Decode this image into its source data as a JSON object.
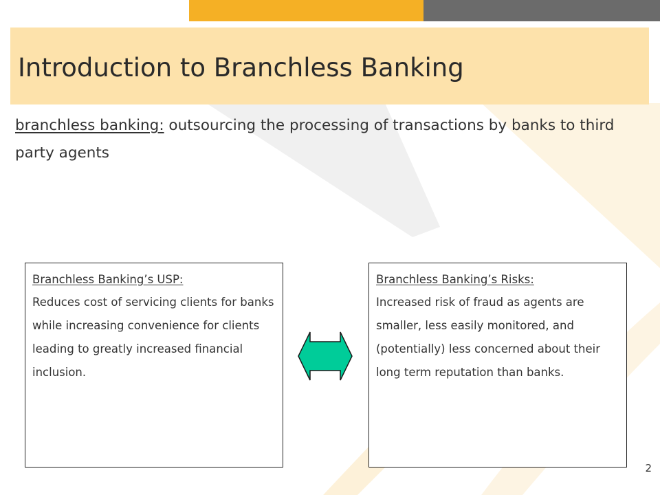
{
  "slide": {
    "title": "Introduction to Branchless Banking",
    "definition": {
      "term": "branchless banking:",
      "text": " outsourcing the processing of transactions by banks to third party agents"
    },
    "usp_box": {
      "heading": "Branchless Banking’s USP:",
      "body": "Reduces cost of servicing clients for banks while increasing convenience for clients leading to greatly increased financial inclusion."
    },
    "risks_box": {
      "heading": "Branchless Banking’s Risks:",
      "body": "Increased risk of fraud as agents are smaller, less easily monitored, and (potentially) less concerned about their long term reputation than banks."
    },
    "arrow_icon": "double-headed-arrow-icon",
    "page_number": "2"
  },
  "colors": {
    "accent_yellow": "#f5b025",
    "accent_gray": "#6b6b6b",
    "title_band": "#fde2ab",
    "arrow_fill": "#00cc99"
  }
}
